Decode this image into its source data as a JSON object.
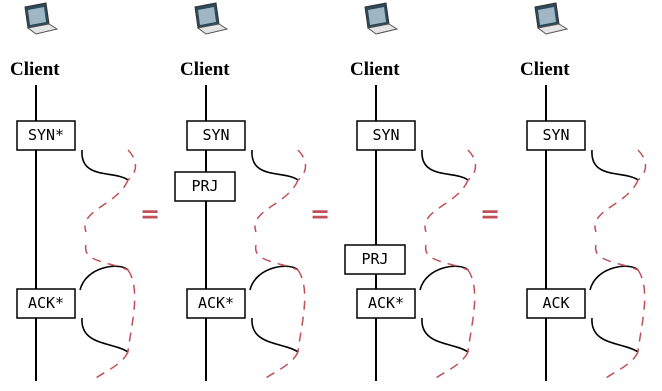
{
  "panels": [
    {
      "client_label": "Client",
      "boxes": {
        "syn": "SYN*",
        "prj": "",
        "ack": "ACK*"
      }
    },
    {
      "client_label": "Client",
      "boxes": {
        "syn": "SYN",
        "prj": "PRJ",
        "ack": "ACK*"
      }
    },
    {
      "client_label": "Client",
      "boxes": {
        "syn": "SYN",
        "prj": "PRJ",
        "ack": "ACK*"
      }
    },
    {
      "client_label": "Client",
      "boxes": {
        "syn": "SYN",
        "prj": "",
        "ack": "ACK"
      }
    }
  ],
  "separators": [
    "=",
    "=",
    "="
  ],
  "colors": {
    "accent": "#c0505a",
    "line": "#000000",
    "background": "#ffffff"
  },
  "icons": [
    "laptop-icon",
    "laptop-icon",
    "laptop-icon",
    "laptop-icon"
  ]
}
